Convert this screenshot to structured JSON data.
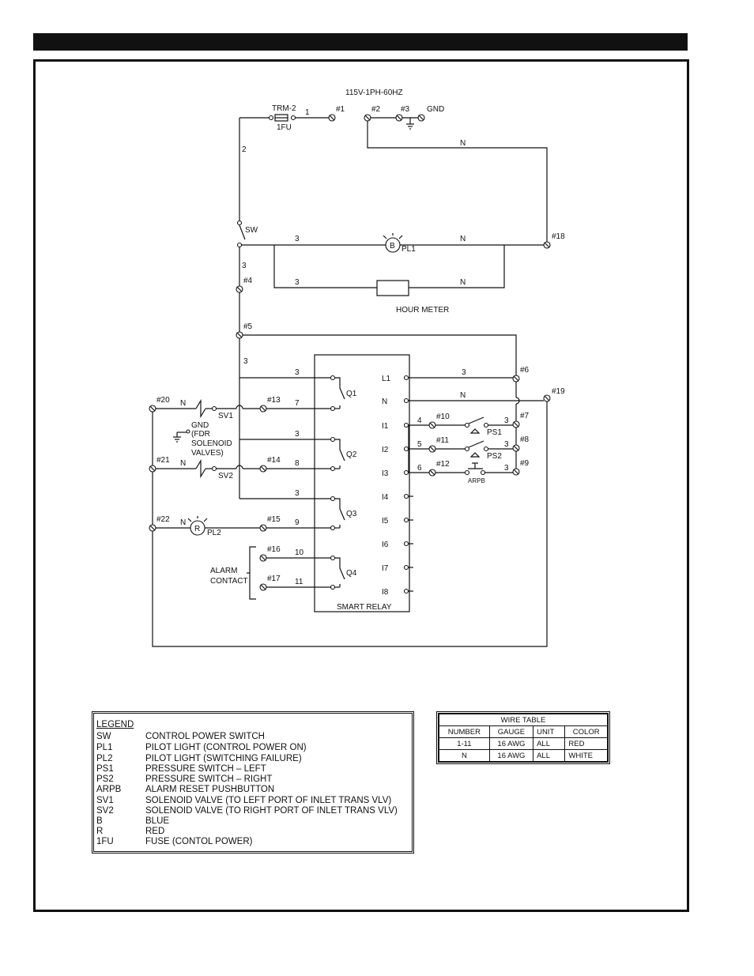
{
  "supply": "115V-1PH-60HZ",
  "fuse": {
    "tag": "TRM-2",
    "name": "1FU"
  },
  "terminals": [
    "#1",
    "#2",
    "#3",
    "#4",
    "#5",
    "#6",
    "#7",
    "#8",
    "#9",
    "#10",
    "#11",
    "#12",
    "#13",
    "#14",
    "#15",
    "#16",
    "#17",
    "#18",
    "#19",
    "#20",
    "#21",
    "#22"
  ],
  "gnd": "GND",
  "wires": {
    "w1": "1",
    "w2": "2",
    "w3": "3",
    "n": "N",
    "w4": "4",
    "w5": "5",
    "w6": "6",
    "w7": "7",
    "w8": "8",
    "w9": "9",
    "w10": "10",
    "w11": "11"
  },
  "components": {
    "sw": "SW",
    "pl1": "PL1",
    "pl1_color": "B",
    "hour_meter": "HOUR METER",
    "smart_relay": "SMART RELAY",
    "q1": "Q1",
    "q2": "Q2",
    "q3": "Q3",
    "q4": "Q4",
    "ps1": "PS1",
    "ps2": "PS2",
    "arpb": "ARPB",
    "sv1": "SV1",
    "sv2": "SV2",
    "pl2": "PL2",
    "pl2_color": "R",
    "gnd_note": [
      "GND",
      "(FDR",
      "SOLENOID",
      "VALVES)"
    ],
    "alarm_contact": [
      "ALARM",
      "CONTACT"
    ]
  },
  "relay_inputs": [
    "L1",
    "N",
    "I1",
    "I2",
    "I3",
    "I4",
    "I5",
    "I6",
    "I7",
    "I8"
  ],
  "legend": {
    "title": "LEGEND",
    "items": [
      {
        "code": "SW",
        "desc": "CONTROL POWER SWITCH"
      },
      {
        "code": "PL1",
        "desc": "PILOT LIGHT (CONTROL POWER ON)"
      },
      {
        "code": "PL2",
        "desc": "PILOT LIGHT (SWITCHING FAILURE)"
      },
      {
        "code": "PS1",
        "desc": "PRESSURE SWITCH – LEFT"
      },
      {
        "code": "PS2",
        "desc": "PRESSURE SWITCH – RIGHT"
      },
      {
        "code": "ARPB",
        "desc": "ALARM RESET PUSHBUTTON"
      },
      {
        "code": "SV1",
        "desc": "SOLENOID VALVE (TO LEFT PORT OF INLET TRANS VLV)"
      },
      {
        "code": "SV2",
        "desc": "SOLENOID VALVE (TO RIGHT PORT OF INLET TRANS VLV)"
      },
      {
        "code": "B",
        "desc": "BLUE"
      },
      {
        "code": "R",
        "desc": "RED"
      },
      {
        "code": "1FU",
        "desc": "FUSE (CONTOL POWER)"
      }
    ]
  },
  "wire_table": {
    "title": "WIRE TABLE",
    "headers": [
      "NUMBER",
      "GAUGE",
      "UNIT",
      "COLOR"
    ],
    "rows": [
      [
        "1-11",
        "16 AWG",
        "ALL",
        "RED"
      ],
      [
        "N",
        "16 AWG",
        "ALL",
        "WHITE"
      ]
    ]
  }
}
